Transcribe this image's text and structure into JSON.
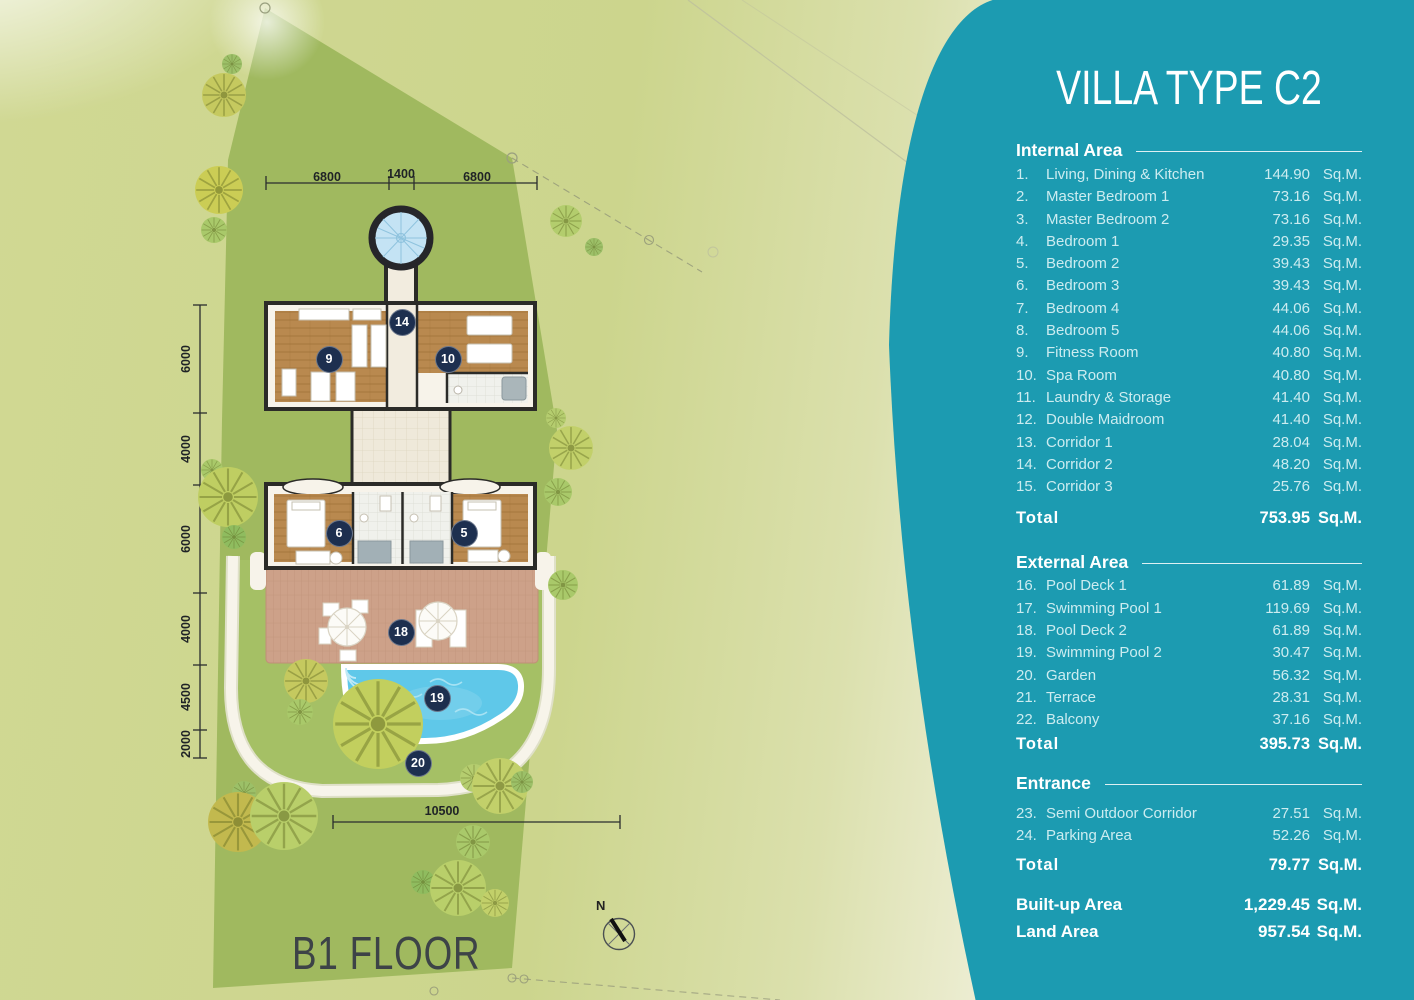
{
  "panel": {
    "title": "VILLA TYPE C2",
    "unit": "Sq.M.",
    "total_label": "Total",
    "accent_color": "#1c9bb1",
    "internal": {
      "label": "Internal Area",
      "items": [
        {
          "num": "1.",
          "name": "Living, Dining & Kitchen",
          "value": "144.90"
        },
        {
          "num": "2.",
          "name": "Master Bedroom 1",
          "value": "73.16"
        },
        {
          "num": "3.",
          "name": "Master Bedroom 2",
          "value": "73.16"
        },
        {
          "num": "4.",
          "name": "Bedroom 1",
          "value": "29.35"
        },
        {
          "num": "5.",
          "name": "Bedroom 2",
          "value": "39.43"
        },
        {
          "num": "6.",
          "name": "Bedroom 3",
          "value": "39.43"
        },
        {
          "num": "7.",
          "name": "Bedroom 4",
          "value": "44.06"
        },
        {
          "num": "8.",
          "name": "Bedroom 5",
          "value": "44.06"
        },
        {
          "num": "9.",
          "name": "Fitness Room",
          "value": "40.80"
        },
        {
          "num": "10.",
          "name": "Spa Room",
          "value": "40.80"
        },
        {
          "num": "11.",
          "name": "Laundry & Storage",
          "value": "41.40"
        },
        {
          "num": "12.",
          "name": "Double Maidroom",
          "value": "41.40"
        },
        {
          "num": "13.",
          "name": "Corridor 1",
          "value": "28.04"
        },
        {
          "num": "14.",
          "name": "Corridor 2",
          "value": "48.20"
        },
        {
          "num": "15.",
          "name": "Corridor 3",
          "value": "25.76"
        }
      ],
      "total_value": "753.95"
    },
    "external": {
      "label": "External Area",
      "items": [
        {
          "num": "16.",
          "name": "Pool Deck 1",
          "value": "61.89"
        },
        {
          "num": "17.",
          "name": "Swimming Pool 1",
          "value": "119.69"
        },
        {
          "num": "18.",
          "name": "Pool Deck 2",
          "value": "61.89"
        },
        {
          "num": "19.",
          "name": "Swimming Pool 2",
          "value": "30.47"
        },
        {
          "num": "20.",
          "name": "Garden",
          "value": "56.32"
        },
        {
          "num": "21.",
          "name": "Terrace",
          "value": "28.31"
        },
        {
          "num": "22.",
          "name": "Balcony",
          "value": "37.16"
        }
      ],
      "total_value": "395.73"
    },
    "entrance": {
      "label": "Entrance",
      "items": [
        {
          "num": "23.",
          "name": "Semi Outdoor Corridor",
          "value": "27.51"
        },
        {
          "num": "24.",
          "name": "Parking Area",
          "value": "52.26"
        }
      ],
      "total_value": "79.77"
    },
    "builtup": {
      "label": "Built-up Area",
      "value": "1,229.45"
    },
    "land": {
      "label": "Land Area",
      "value": "957.54"
    }
  },
  "plan": {
    "floor_label": "B1 FLOOR",
    "compass_label": "N",
    "dims_top": [
      "6800",
      "1400",
      "6800"
    ],
    "dims_left": [
      "6000",
      "4000",
      "6000",
      "4000",
      "4500",
      "2000"
    ],
    "dim_bottom": "10500",
    "badges": {
      "corridor2": "14",
      "fitness": "9",
      "spa": "10",
      "bedroom3": "6",
      "bedroom2": "5",
      "pool_deck2": "18",
      "swimming_pool2": "19",
      "garden": "20"
    },
    "colors": {
      "plot_green": "#a0b95f",
      "pool_water": "#5fc8e9",
      "deck": "#cda189",
      "wood_floor": "#b9894f",
      "badge": "#1d2f4f"
    }
  }
}
